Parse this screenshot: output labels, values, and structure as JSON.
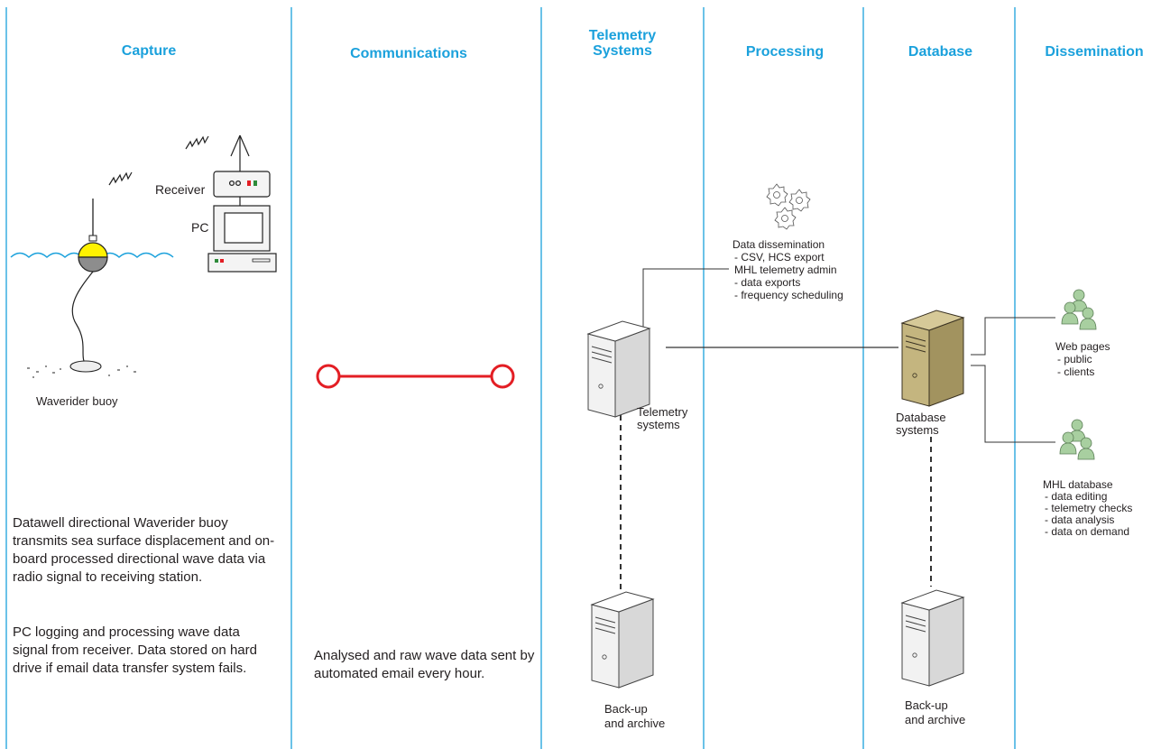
{
  "columns": {
    "capture": "Capture",
    "communications": "Communications",
    "telemetry": "Telemetry\nSystems",
    "processing": "Processing",
    "database": "Database",
    "dissemination": "Dissemination"
  },
  "labels": {
    "receiver": "Receiver",
    "pc": "PC",
    "waverider": "Waverider buoy",
    "processing_title": "Data dissemination",
    "processing_items": "- CSV, HCS export\nMHL telemetry admin\n- data exports\n- frequency scheduling",
    "telemetry_server": "Telemetry\nsystems",
    "database_server": "Database\nsystems",
    "backup_left": "Back-up\nand archive",
    "backup_right": "Back-up\nand archive",
    "web_pages": "Web pages",
    "web_items": " - public\n - clients",
    "mhl_database": "MHL database",
    "mhl_items": "- data editing\n- telemetry checks\n- data analysis\n- data on demand"
  },
  "paragraphs": {
    "buoy_desc": "Datawell directional Waverider buoy transmits sea surface displacement and on-board processed directional wave data via radio signal to receiving station.",
    "pc_desc": "PC logging and processing wave data signal from receiver. Data stored on hard drive if email data transfer system fails.",
    "comms_desc": "Analysed and raw wave data sent by automated email every hour."
  },
  "colors": {
    "heading": "#1ba1dc",
    "divider": "#1ba1dc",
    "link_red": "#e31e24",
    "wave": "#1ba1dc",
    "buoy_yellow": "#fff200",
    "db_server": "#b5a56e",
    "people": "#a8cfa0"
  }
}
